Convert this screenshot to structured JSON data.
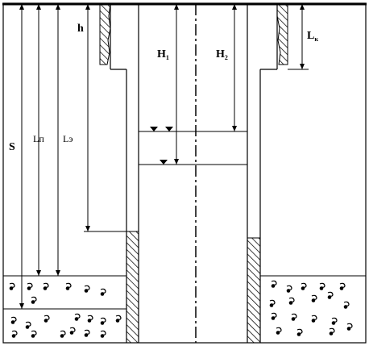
{
  "labels": {
    "S": "S",
    "Ln": "Lп",
    "Le": "Lэ",
    "h": "h",
    "H1": {
      "main": "H",
      "sub": "1"
    },
    "H2": {
      "main": "H",
      "sub": "2"
    },
    "Lk": {
      "main": "L",
      "sub": "к"
    }
  },
  "icons": {
    "hatch": "diagonal-hatch-pattern",
    "pebble": "pebble-icon",
    "level-marker": "triangle-down-icon"
  },
  "colors": {
    "line": "#000000",
    "background": "#ffffff"
  }
}
